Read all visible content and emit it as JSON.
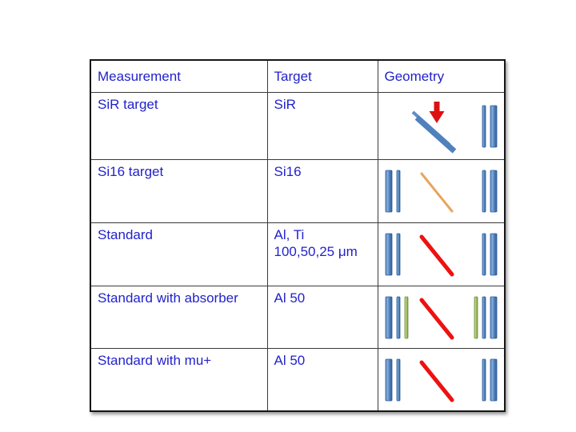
{
  "colors": {
    "text": "#2222CC",
    "grid_line": "#3A3A3A",
    "outer_border": "#161616",
    "bar_blue": "#4F81BD",
    "bar_blue_light": "#86AEDD",
    "bar_blue_dark": "#2F5D96",
    "bar_blue_thin_diag": "#5E8DC8",
    "bar_green": "#9BBB59",
    "bar_green_light": "#C2D69A",
    "bar_green_dark": "#71903F",
    "beam_tan": "#E8A45E",
    "beam_red": "#EE1111",
    "arrow_red": "#DD1111"
  },
  "table": {
    "headers": [
      "Measurement",
      "Target",
      "Geometry"
    ],
    "rows": [
      {
        "measurement": "SiR target",
        "target": "SiR",
        "geometry": {
          "arrow_down": true,
          "tilted_double_bar": true,
          "beam_line": null,
          "left_bars": [],
          "right_bars": [
            "thin-blue",
            "thick-blue"
          ]
        }
      },
      {
        "measurement": "Si16 target",
        "target": "Si16",
        "geometry": {
          "arrow_down": false,
          "tilted_double_bar": false,
          "beam_line": {
            "color": "tan",
            "width": 3
          },
          "left_bars": [
            "thick-blue",
            "thin-blue"
          ],
          "right_bars": [
            "thin-blue",
            "thick-blue"
          ]
        }
      },
      {
        "measurement": "Standard",
        "target": "Al, Ti\n100,50,25 μm",
        "geometry": {
          "arrow_down": false,
          "tilted_double_bar": false,
          "beam_line": {
            "color": "red",
            "width": 5
          },
          "left_bars": [
            "thick-blue",
            "thin-blue"
          ],
          "right_bars": [
            "thin-blue",
            "thick-blue"
          ]
        }
      },
      {
        "measurement": "Standard with absorber",
        "target": "Al 50",
        "geometry": {
          "arrow_down": false,
          "tilted_double_bar": false,
          "beam_line": {
            "color": "red",
            "width": 5
          },
          "left_bars": [
            "thick-blue",
            "thin-blue",
            "thin-green"
          ],
          "right_bars": [
            "thin-green",
            "thin-blue",
            "thick-blue"
          ]
        }
      },
      {
        "measurement": "Standard with mu+",
        "target": "Al 50",
        "geometry": {
          "arrow_down": false,
          "tilted_double_bar": false,
          "beam_line": {
            "color": "red",
            "width": 5
          },
          "left_bars": [
            "thick-blue",
            "thin-blue"
          ],
          "right_bars": [
            "thin-blue",
            "thick-blue"
          ]
        }
      }
    ]
  }
}
